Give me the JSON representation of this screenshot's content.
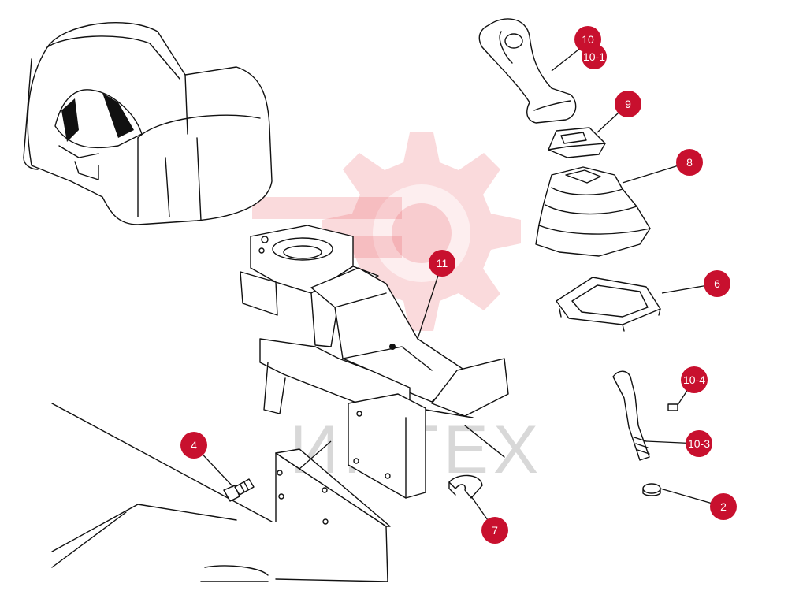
{
  "watermark": {
    "text": "ИНТЕХ",
    "color": "#e8555f"
  },
  "callout_color": "#c8102e",
  "callouts": [
    {
      "id": "c10",
      "label": "10"
    },
    {
      "id": "c10-1",
      "label": "10-1"
    },
    {
      "id": "c9",
      "label": "9"
    },
    {
      "id": "c8",
      "label": "8"
    },
    {
      "id": "c11",
      "label": "11"
    },
    {
      "id": "c6",
      "label": "6"
    },
    {
      "id": "c10-4",
      "label": "10-4"
    },
    {
      "id": "c10-3",
      "label": "10-3"
    },
    {
      "id": "c4",
      "label": "4"
    },
    {
      "id": "c2",
      "label": "2"
    },
    {
      "id": "c7",
      "label": "7"
    }
  ]
}
